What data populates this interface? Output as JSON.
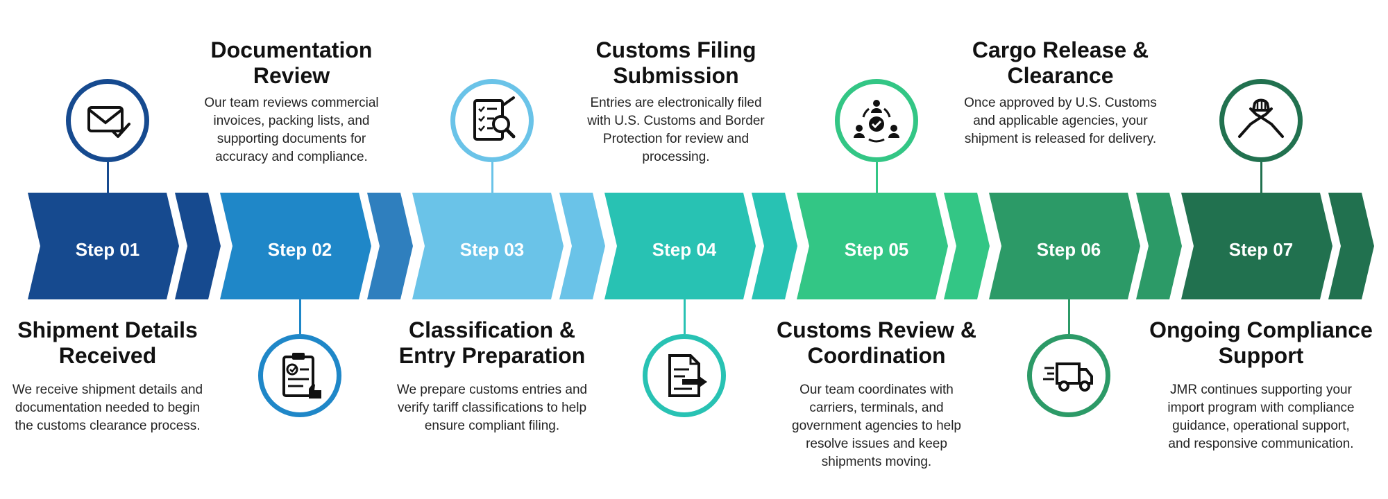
{
  "steps": [
    {
      "label": "Step 01",
      "title": "Shipment Details Received",
      "desc": "We receive shipment details and documentation needed to begin the customs clearance process.",
      "color": "#164a8f",
      "icon": "envelope-check-icon"
    },
    {
      "label": "Step 02",
      "title": "Documentation Review",
      "desc": "Our team reviews commercial invoices, packing lists, and supporting documents for accuracy and compliance.",
      "color": "#1f87c8",
      "accent": "#2f7fbe",
      "icon": "clipboard-thumbs-up-icon"
    },
    {
      "label": "Step 03",
      "title": "Classification & Entry Preparation",
      "desc": "We prepare customs entries and verify tariff classifications to help ensure compliant filing.",
      "color": "#6ac3e8",
      "icon": "checklist-magnifier-icon"
    },
    {
      "label": "Step 04",
      "title": "Customs Filing Submission",
      "desc": "Entries are electronically filed with U.S. Customs and Border Protection for review and processing.",
      "color": "#28c2b3",
      "icon": "document-arrow-icon"
    },
    {
      "label": "Step 05",
      "title": "Customs Review & Coordination",
      "desc": "Our team coordinates with carriers, terminals, and government agencies to help resolve issues and keep shipments moving.",
      "color": "#33c685",
      "icon": "team-coordination-icon"
    },
    {
      "label": "Step 06",
      "title": "Cargo Release & Clearance",
      "desc": "Once approved by U.S. Customs and applicable agencies, your shipment is released for delivery.",
      "color": "#2c9a67",
      "icon": "delivery-truck-icon"
    },
    {
      "label": "Step 07",
      "title": "Ongoing Compliance Support",
      "desc": "JMR continues supporting your import program with compliance guidance, operational support, and responsive communication.",
      "color": "#21714f",
      "icon": "handshake-icon"
    }
  ]
}
